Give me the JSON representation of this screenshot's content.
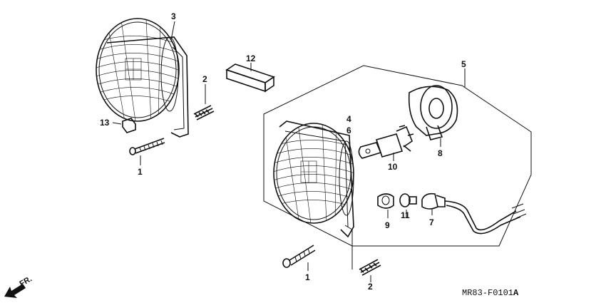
{
  "callouts": {
    "p3": "3",
    "p2a": "2",
    "p12": "12",
    "p13": "13",
    "p1a": "1",
    "p5": "5",
    "p4": "4",
    "p6": "6",
    "p8": "8",
    "p10": "10",
    "p9": "9",
    "p11": "11",
    "p7": "7",
    "p1b": "1",
    "p2b": "2"
  },
  "direction_label": "FR.",
  "diagram_code": "MR83-F0101",
  "diagram_suffix": "A"
}
